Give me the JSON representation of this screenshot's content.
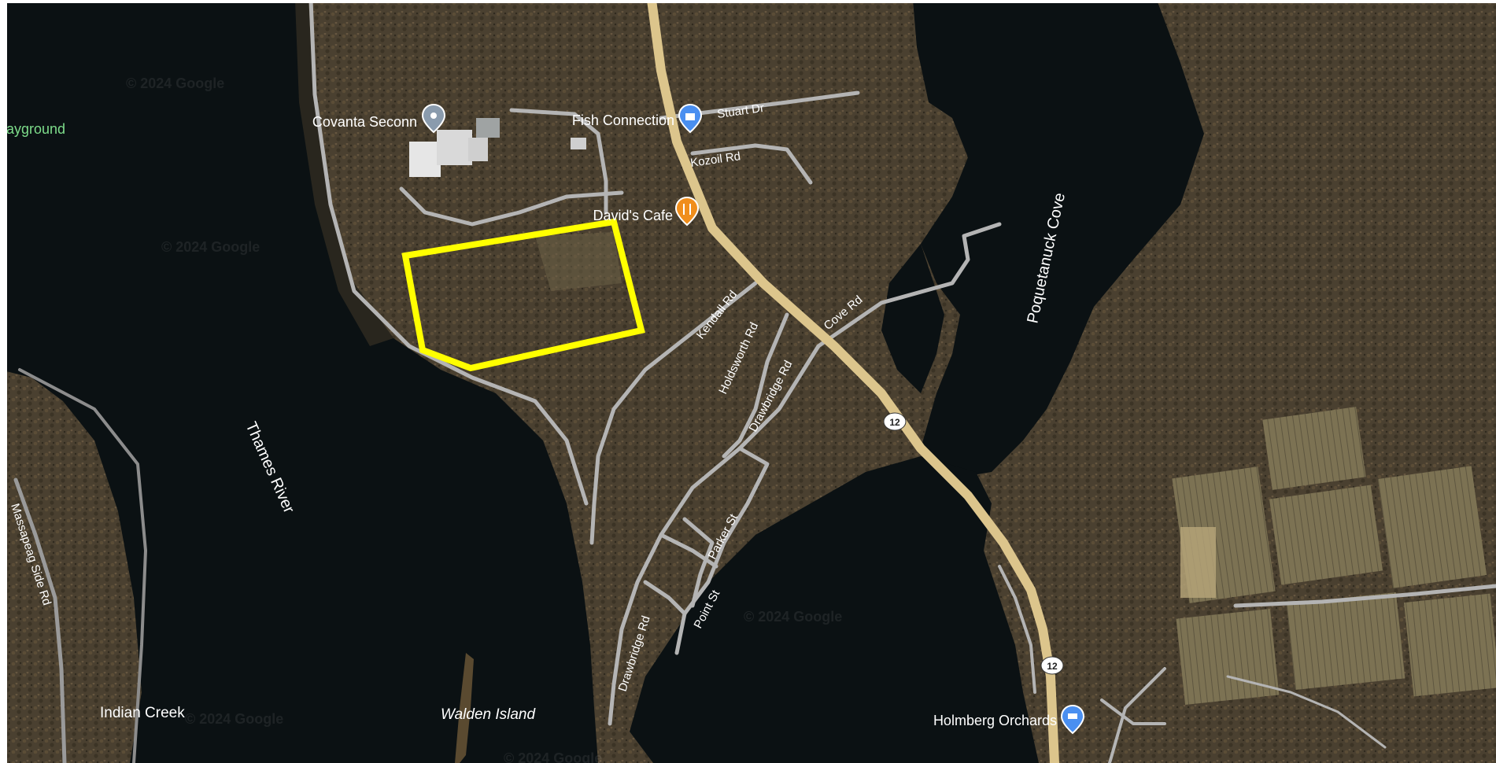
{
  "map": {
    "type": "satellite",
    "places": [
      {
        "key": "playground",
        "label": "ayground",
        "color": "#7ddc8a"
      },
      {
        "key": "covanta",
        "label": "Covanta Seconn",
        "icon": "location-pin-icon"
      },
      {
        "key": "fish",
        "label": "Fish Connection",
        "icon": "shopping-bag-icon"
      },
      {
        "key": "davids",
        "label": "David's Cafe",
        "icon": "restaurant-fork-knife-icon"
      },
      {
        "key": "holmberg",
        "label": "Holmberg Orchards",
        "icon": "shopping-cart-icon"
      },
      {
        "key": "indian",
        "label": "Indian Creek"
      },
      {
        "key": "walden",
        "label": "Walden Island"
      }
    ],
    "water": [
      {
        "key": "thames",
        "label": "Thames River"
      },
      {
        "key": "poquetanuck",
        "label": "Poquetanuck Cove"
      }
    ],
    "roads": {
      "stuart": "Stuart Dr",
      "kozoil": "Kozoil Rd",
      "kendall": "Kendall Rd",
      "holdsworth": "Holdsworth Rd",
      "cove": "Cove Rd",
      "drawbridge": "Drawbridge Rd",
      "parker": "Parker St",
      "point": "Point St",
      "massapeag": "Massapeag Side Rd"
    },
    "route": {
      "number": "12"
    },
    "watermark": "© 2024 Google",
    "highlight": {
      "color": "#ffff00",
      "note": "highlighted parcel outline"
    },
    "colors": {
      "water": "#0b1113",
      "land": "#4b4130",
      "highway": "#dcc58c",
      "road": "#b4b4b4"
    }
  }
}
